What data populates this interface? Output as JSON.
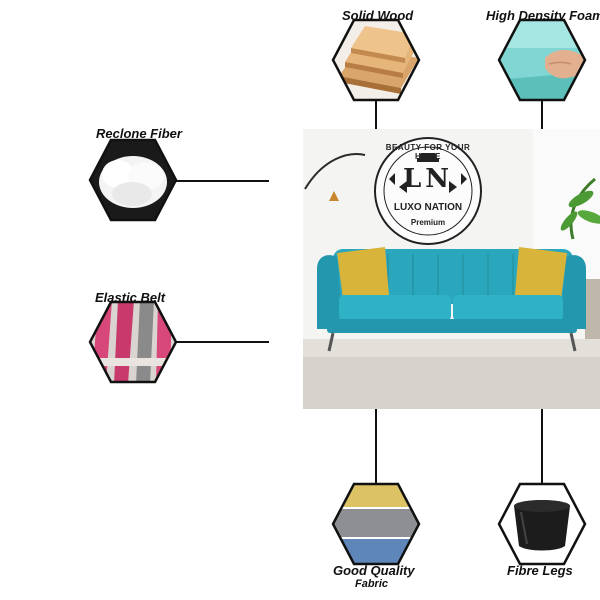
{
  "features": {
    "solid_wood": "Solid Wood",
    "high_density_foam": "High Density Foam",
    "reclone_fiber": "Reclone Fiber",
    "elastic_belt": "Elastic Belt",
    "fabric_line1": "Good Quality",
    "fabric_line2": "Fabric",
    "fibre_legs": "Fibre Legs"
  },
  "logo": {
    "arc_text": "BEAUTY FOR YOUR HOME",
    "monogram": "LN",
    "brand": "LUXO NATION",
    "tier": "Premium"
  },
  "colors": {
    "sofa": "#2aa6bd",
    "pillow": "#d8b43a",
    "outline": "#111111"
  }
}
